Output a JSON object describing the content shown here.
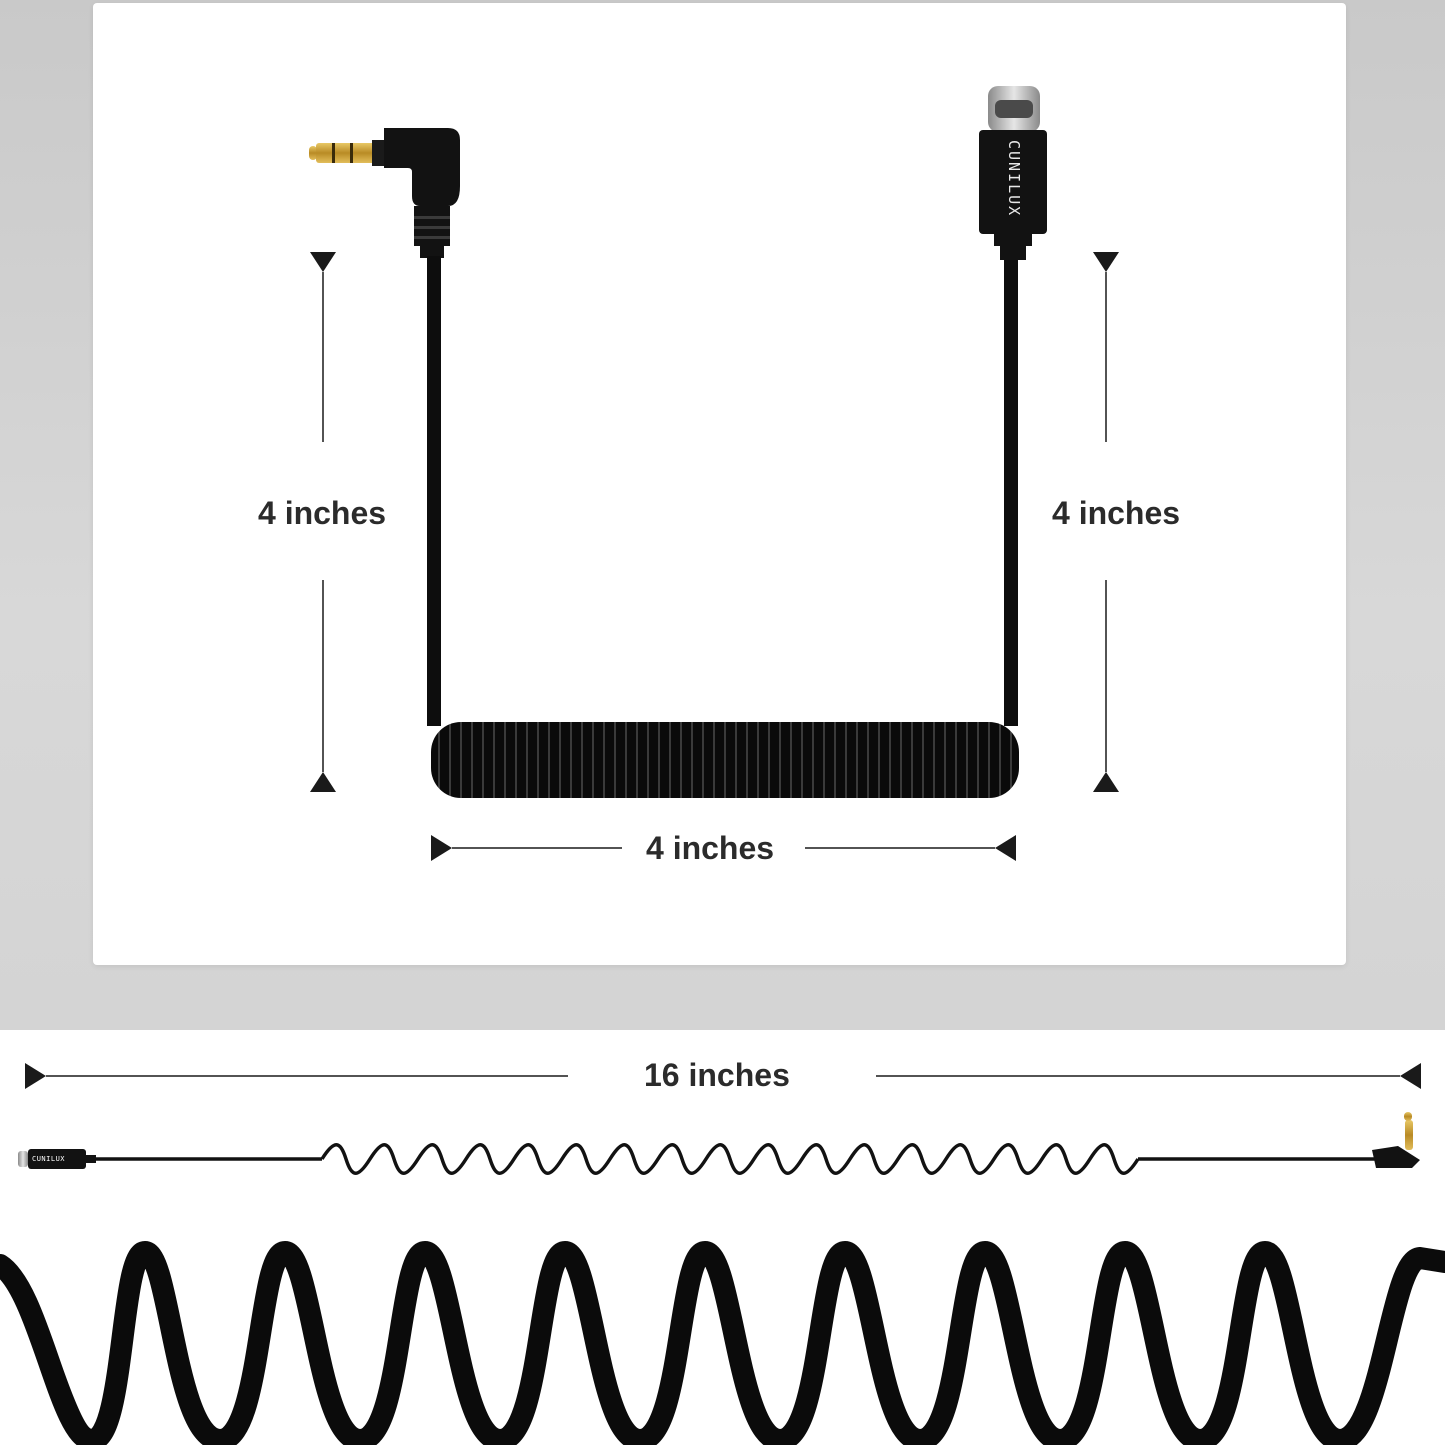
{
  "product": {
    "brand": "CUNILUX",
    "colors": {
      "cable": "#0d0d0d",
      "gold": "#c9a23a",
      "dimension_line": "#1a1a1a",
      "backdrop": "#d0d0d0"
    }
  },
  "dimensions": {
    "left_height": "4 inches",
    "right_height": "4 inches",
    "coil_width": "4 inches",
    "stretched_length": "16 inches"
  },
  "icons": {
    "trs_plug": "right-angle-3.5mm-plug-icon",
    "usb_c_plug": "usb-c-plug-icon",
    "arrow": "triangle-arrow-icon",
    "mic": "microphone-icon"
  }
}
